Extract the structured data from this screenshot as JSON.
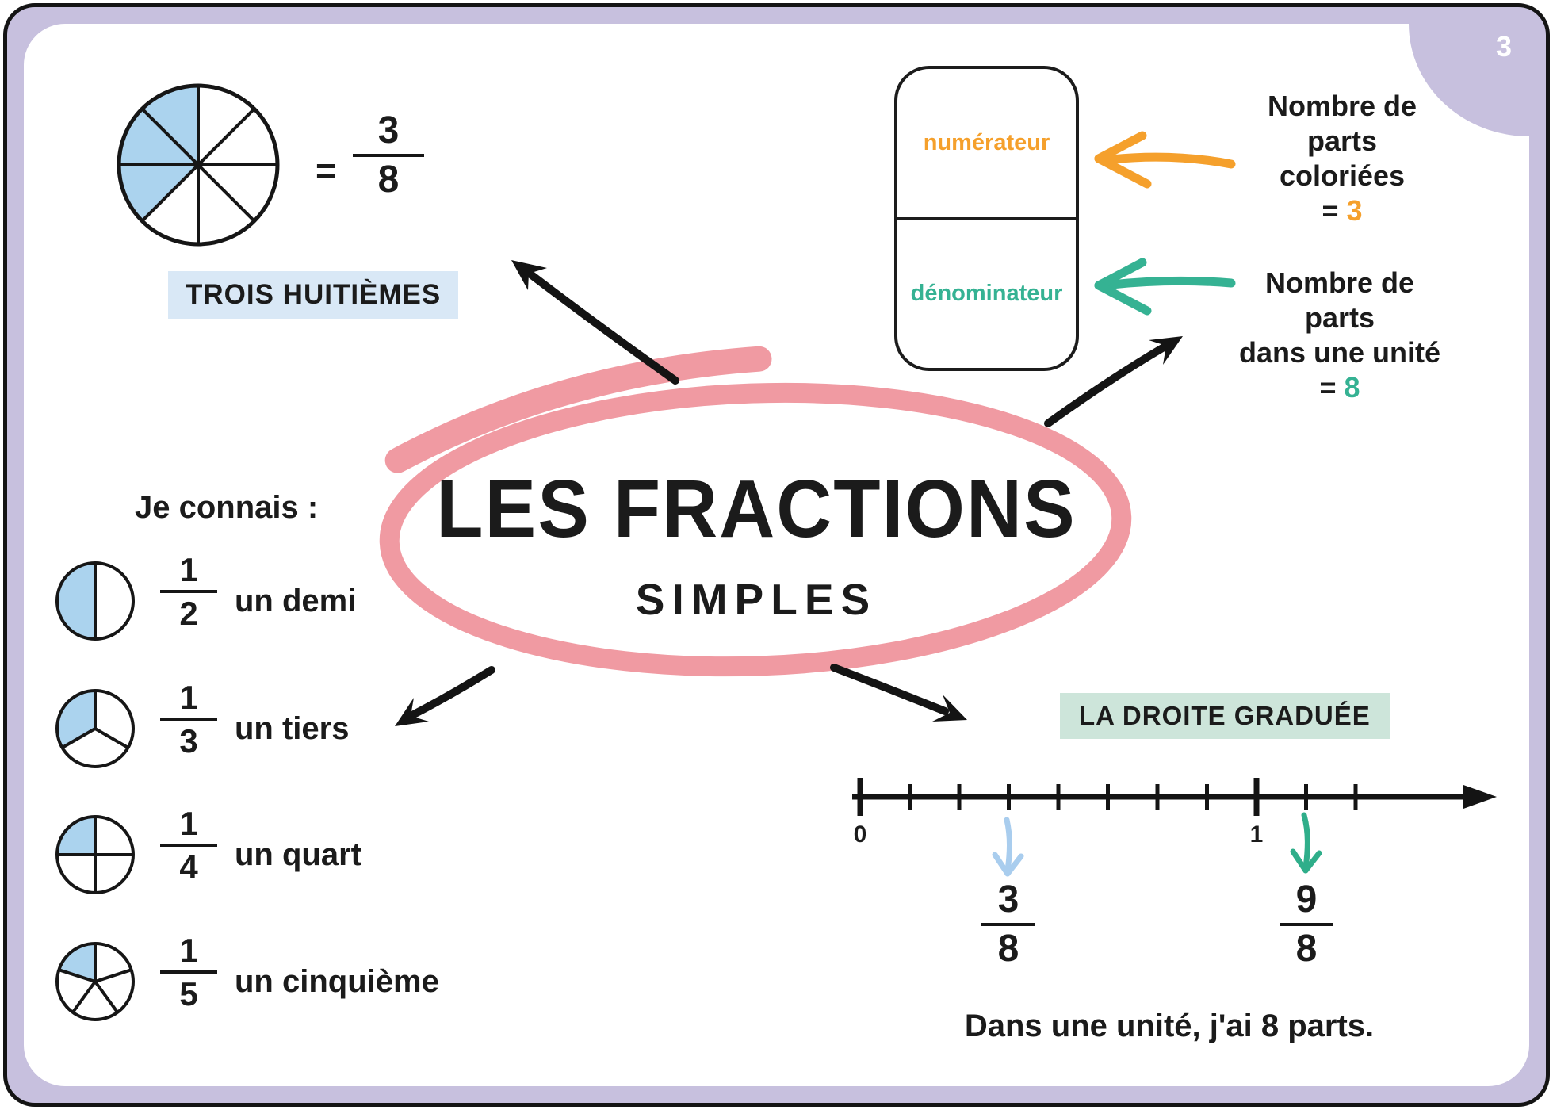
{
  "page": {
    "number": "3"
  },
  "colors": {
    "lavender": "#c7c0de",
    "pink": "#f09aa2",
    "orange": "#f5a02c",
    "teal": "#35b293",
    "pie_blue": "#abd3ee",
    "blue_label_bg": "#d9e8f6",
    "mint_label_bg": "#cde5da",
    "lightblue_arrow": "#a9cdee",
    "ink": "#1b1b1b"
  },
  "top_left": {
    "equals": "=",
    "fraction": {
      "num": "3",
      "den": "8"
    },
    "caption": "TROIS HUITIÈMES"
  },
  "fraction_box": {
    "numerator_label": "numérateur",
    "denominator_label": "dénominateur"
  },
  "numerator_note": {
    "line1": "Nombre de parts",
    "line2": "coloriées",
    "eq": "=",
    "value": "3"
  },
  "denominator_note": {
    "line1": "Nombre de parts",
    "line2": "dans une unité",
    "eq": "=",
    "value": "8"
  },
  "title": {
    "main": "LES FRACTIONS",
    "sub": "SIMPLES"
  },
  "known_fractions": {
    "heading": "Je connais :",
    "items": [
      {
        "num": "1",
        "den": "2",
        "label": "un demi"
      },
      {
        "num": "1",
        "den": "3",
        "label": "un tiers"
      },
      {
        "num": "1",
        "den": "4",
        "label": "un quart"
      },
      {
        "num": "1",
        "den": "5",
        "label": "un cinquième"
      }
    ]
  },
  "number_line": {
    "caption": "LA DROITE GRADUÉE",
    "zero": "0",
    "one": "1",
    "fractions": [
      {
        "num": "3",
        "den": "8"
      },
      {
        "num": "9",
        "den": "8"
      }
    ],
    "note": "Dans une unité, j'ai 8 parts."
  }
}
